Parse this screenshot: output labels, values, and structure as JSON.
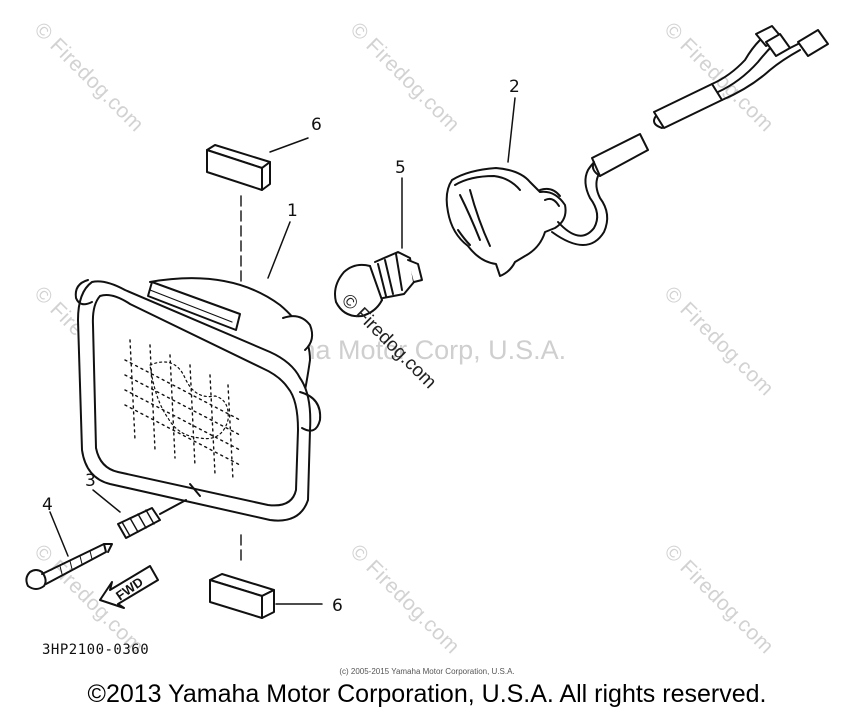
{
  "watermark_text": "© Firedog.com",
  "center_watermark": "Yamaha Motor Corp, U.S.A.",
  "bulb_watermark": "© Firedog.com",
  "callouts": {
    "c1": "1",
    "c2": "2",
    "c3": "3",
    "c4": "4",
    "c5": "5",
    "c6a": "6",
    "c6b": "6"
  },
  "fwd_label": "FWD",
  "part_code": "3HP2100-0360",
  "small_copyright": "(c) 2005-2015 Yamaha Motor Corporation, U.S.A.",
  "footer_copyright": "©2013 Yamaha Motor Corporation, U.S.A. All rights reserved."
}
